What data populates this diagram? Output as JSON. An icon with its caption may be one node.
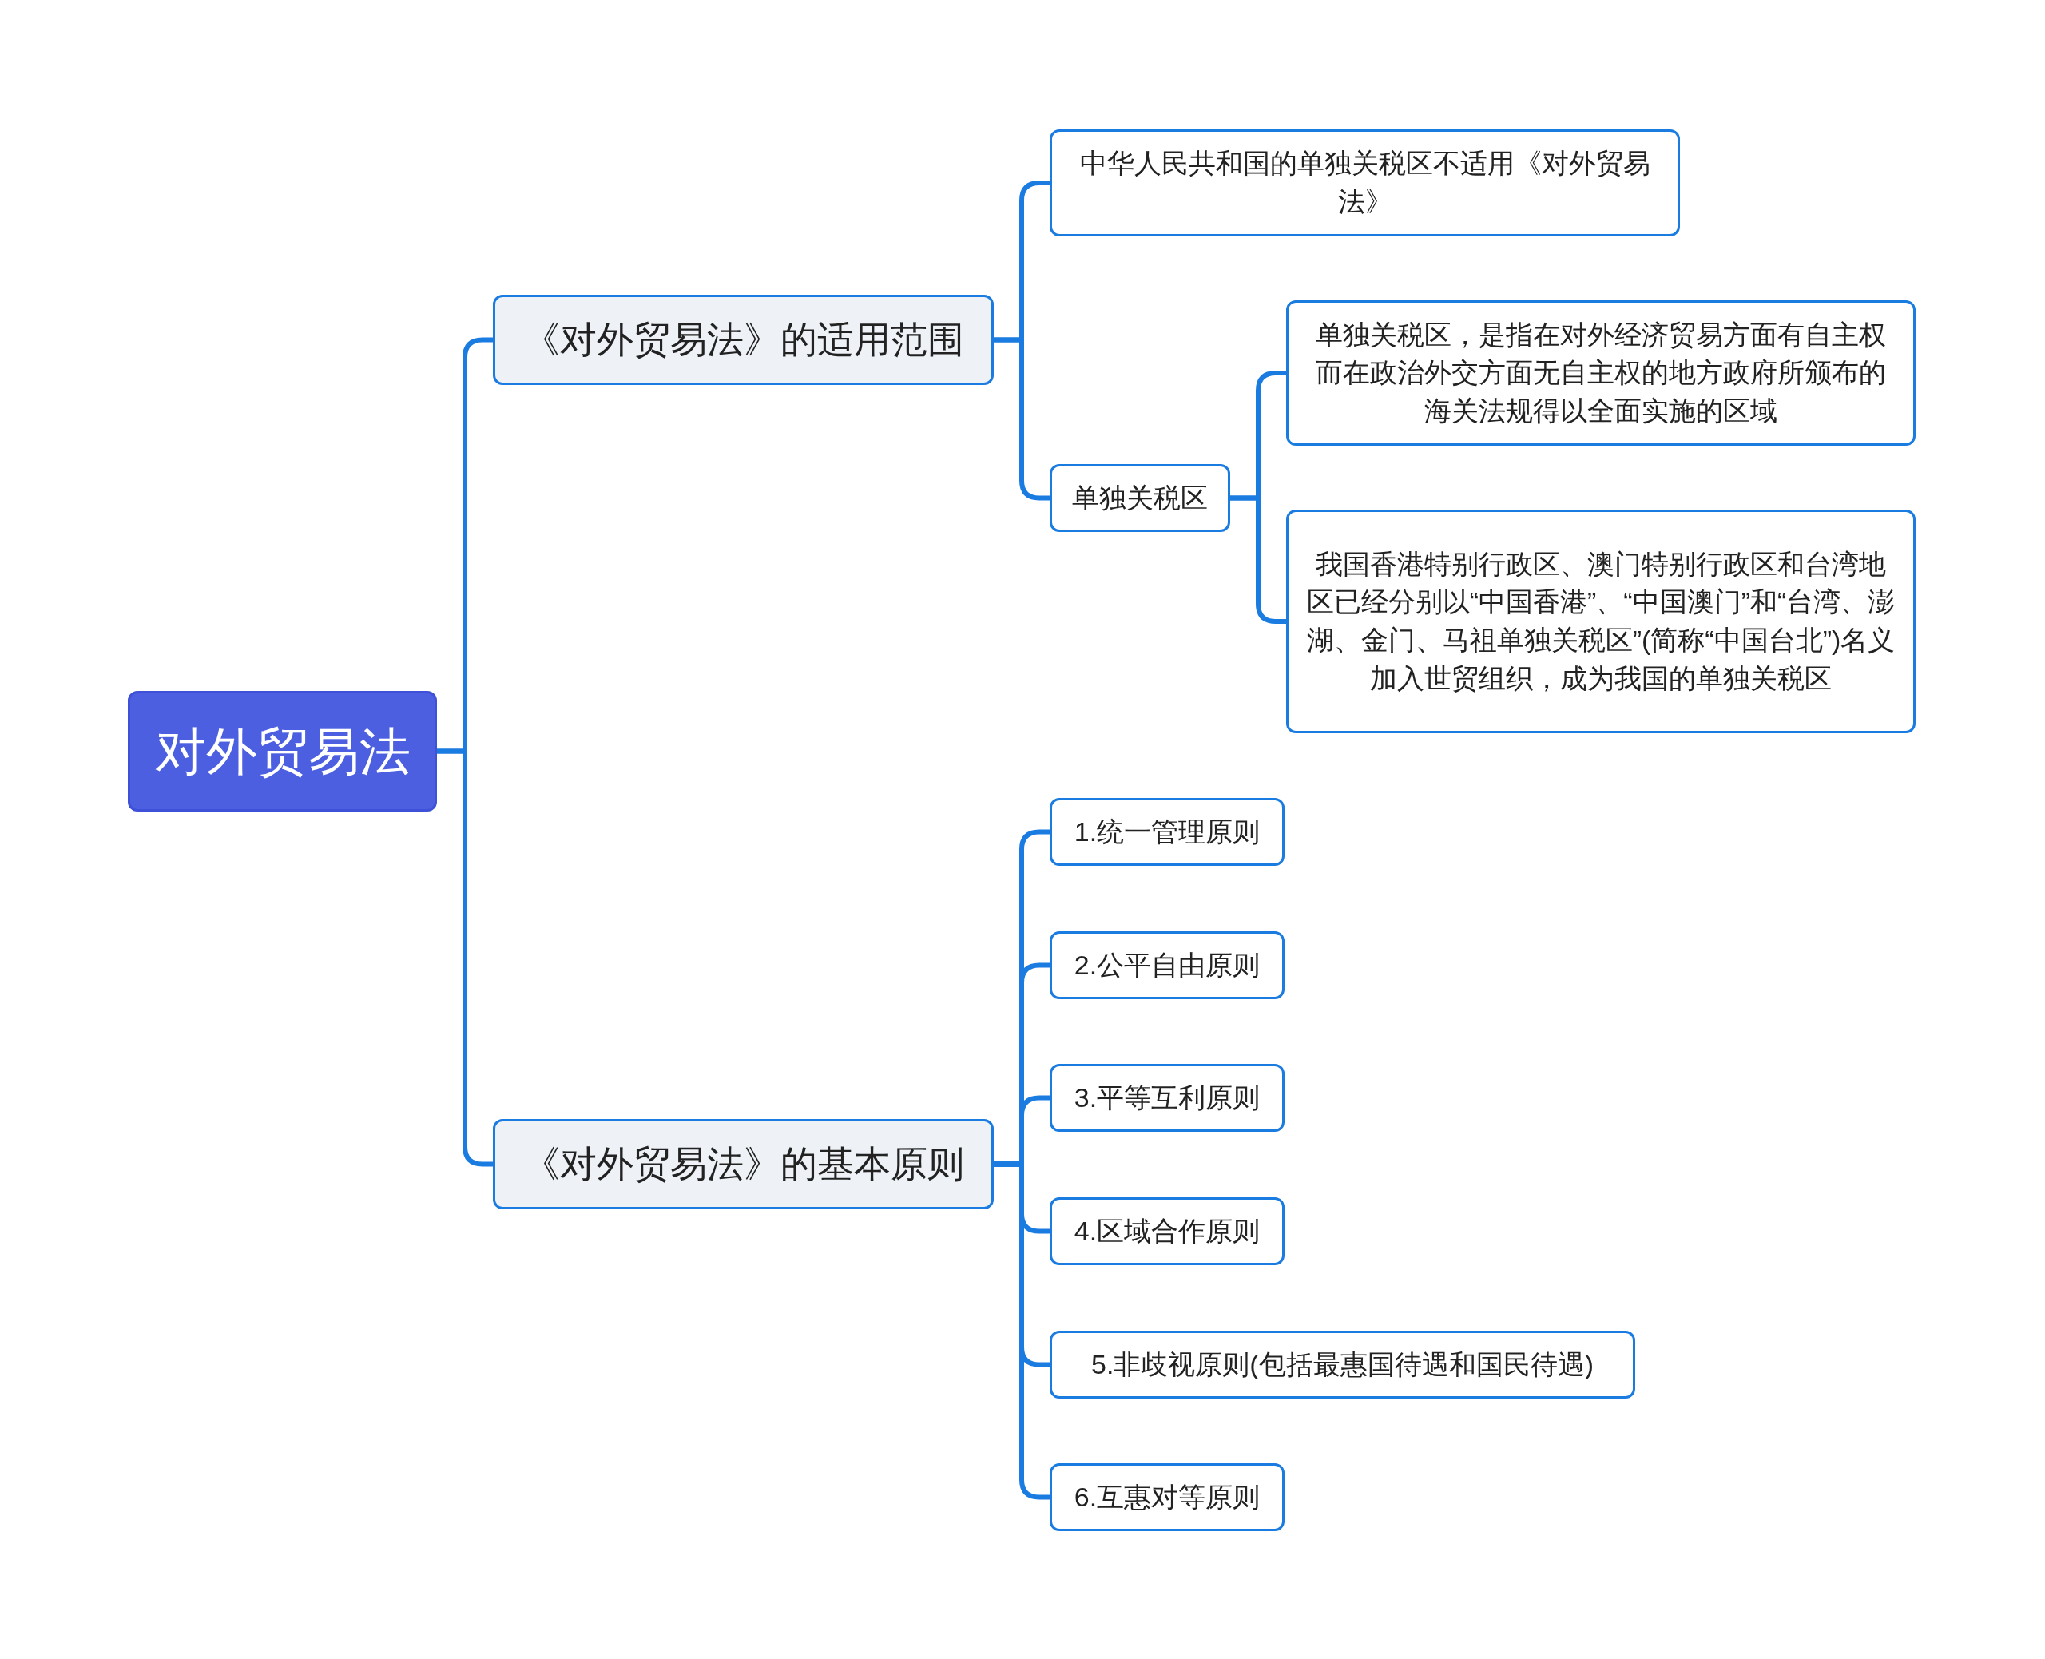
{
  "diagram": {
    "nodes": [
      {
        "text": [
          "对外贸易法"
        ]
      },
      {
        "text": [
          "《对外贸易法》的适用范围"
        ]
      },
      {
        "text": [
          "中华人民共和国的单独关税区不适用《对外贸易法》"
        ]
      },
      {
        "text": [
          "单独关税区"
        ]
      },
      {
        "text": [
          "单独关税区，是指在对外经济贸易方面有自主权而在政治外交方面无自主权的地方政府所颁布的海关法规得以全面实施的区域"
        ]
      },
      {
        "text": [
          "我国香港特别行政区、澳门特别行政区和台湾地区已经分别以“中国香港”、“中国澳门”和“台湾、澎湖、金门、马祖单独关税区”(简称“中国台北”)名义加入世贸组织，成为我国的单独关税区"
        ]
      },
      {
        "text": [
          "《对外贸易法》的基本原则"
        ]
      },
      {
        "text": [
          "1.统一管理原则"
        ]
      },
      {
        "text": [
          "2.公平自由原则"
        ]
      },
      {
        "text": [
          "3.平等互利原则"
        ]
      },
      {
        "text": [
          "4.区域合作原则"
        ]
      },
      {
        "text": [
          "5.非歧视原则(包括最惠国待遇和国民待遇)"
        ]
      },
      {
        "text": [
          "6.互惠对等原则"
        ]
      }
    ],
    "edges": [
      {
        "from": 0,
        "to": 1,
        "arrow": "none"
      },
      {
        "from": 1,
        "to": 2,
        "arrow": "none"
      },
      {
        "from": 1,
        "to": 3,
        "arrow": "none"
      },
      {
        "from": 3,
        "to": 4,
        "arrow": "none"
      },
      {
        "from": 3,
        "to": 5,
        "arrow": "none"
      },
      {
        "from": 0,
        "to": 6,
        "arrow": "none"
      },
      {
        "from": 6,
        "to": 7,
        "arrow": "none"
      },
      {
        "from": 6,
        "to": 8,
        "arrow": "none"
      },
      {
        "from": 6,
        "to": 9,
        "arrow": "none"
      },
      {
        "from": 6,
        "to": 10,
        "arrow": "none"
      },
      {
        "from": 6,
        "to": 11,
        "arrow": "none"
      },
      {
        "from": 6,
        "to": 12,
        "arrow": "none"
      }
    ]
  }
}
